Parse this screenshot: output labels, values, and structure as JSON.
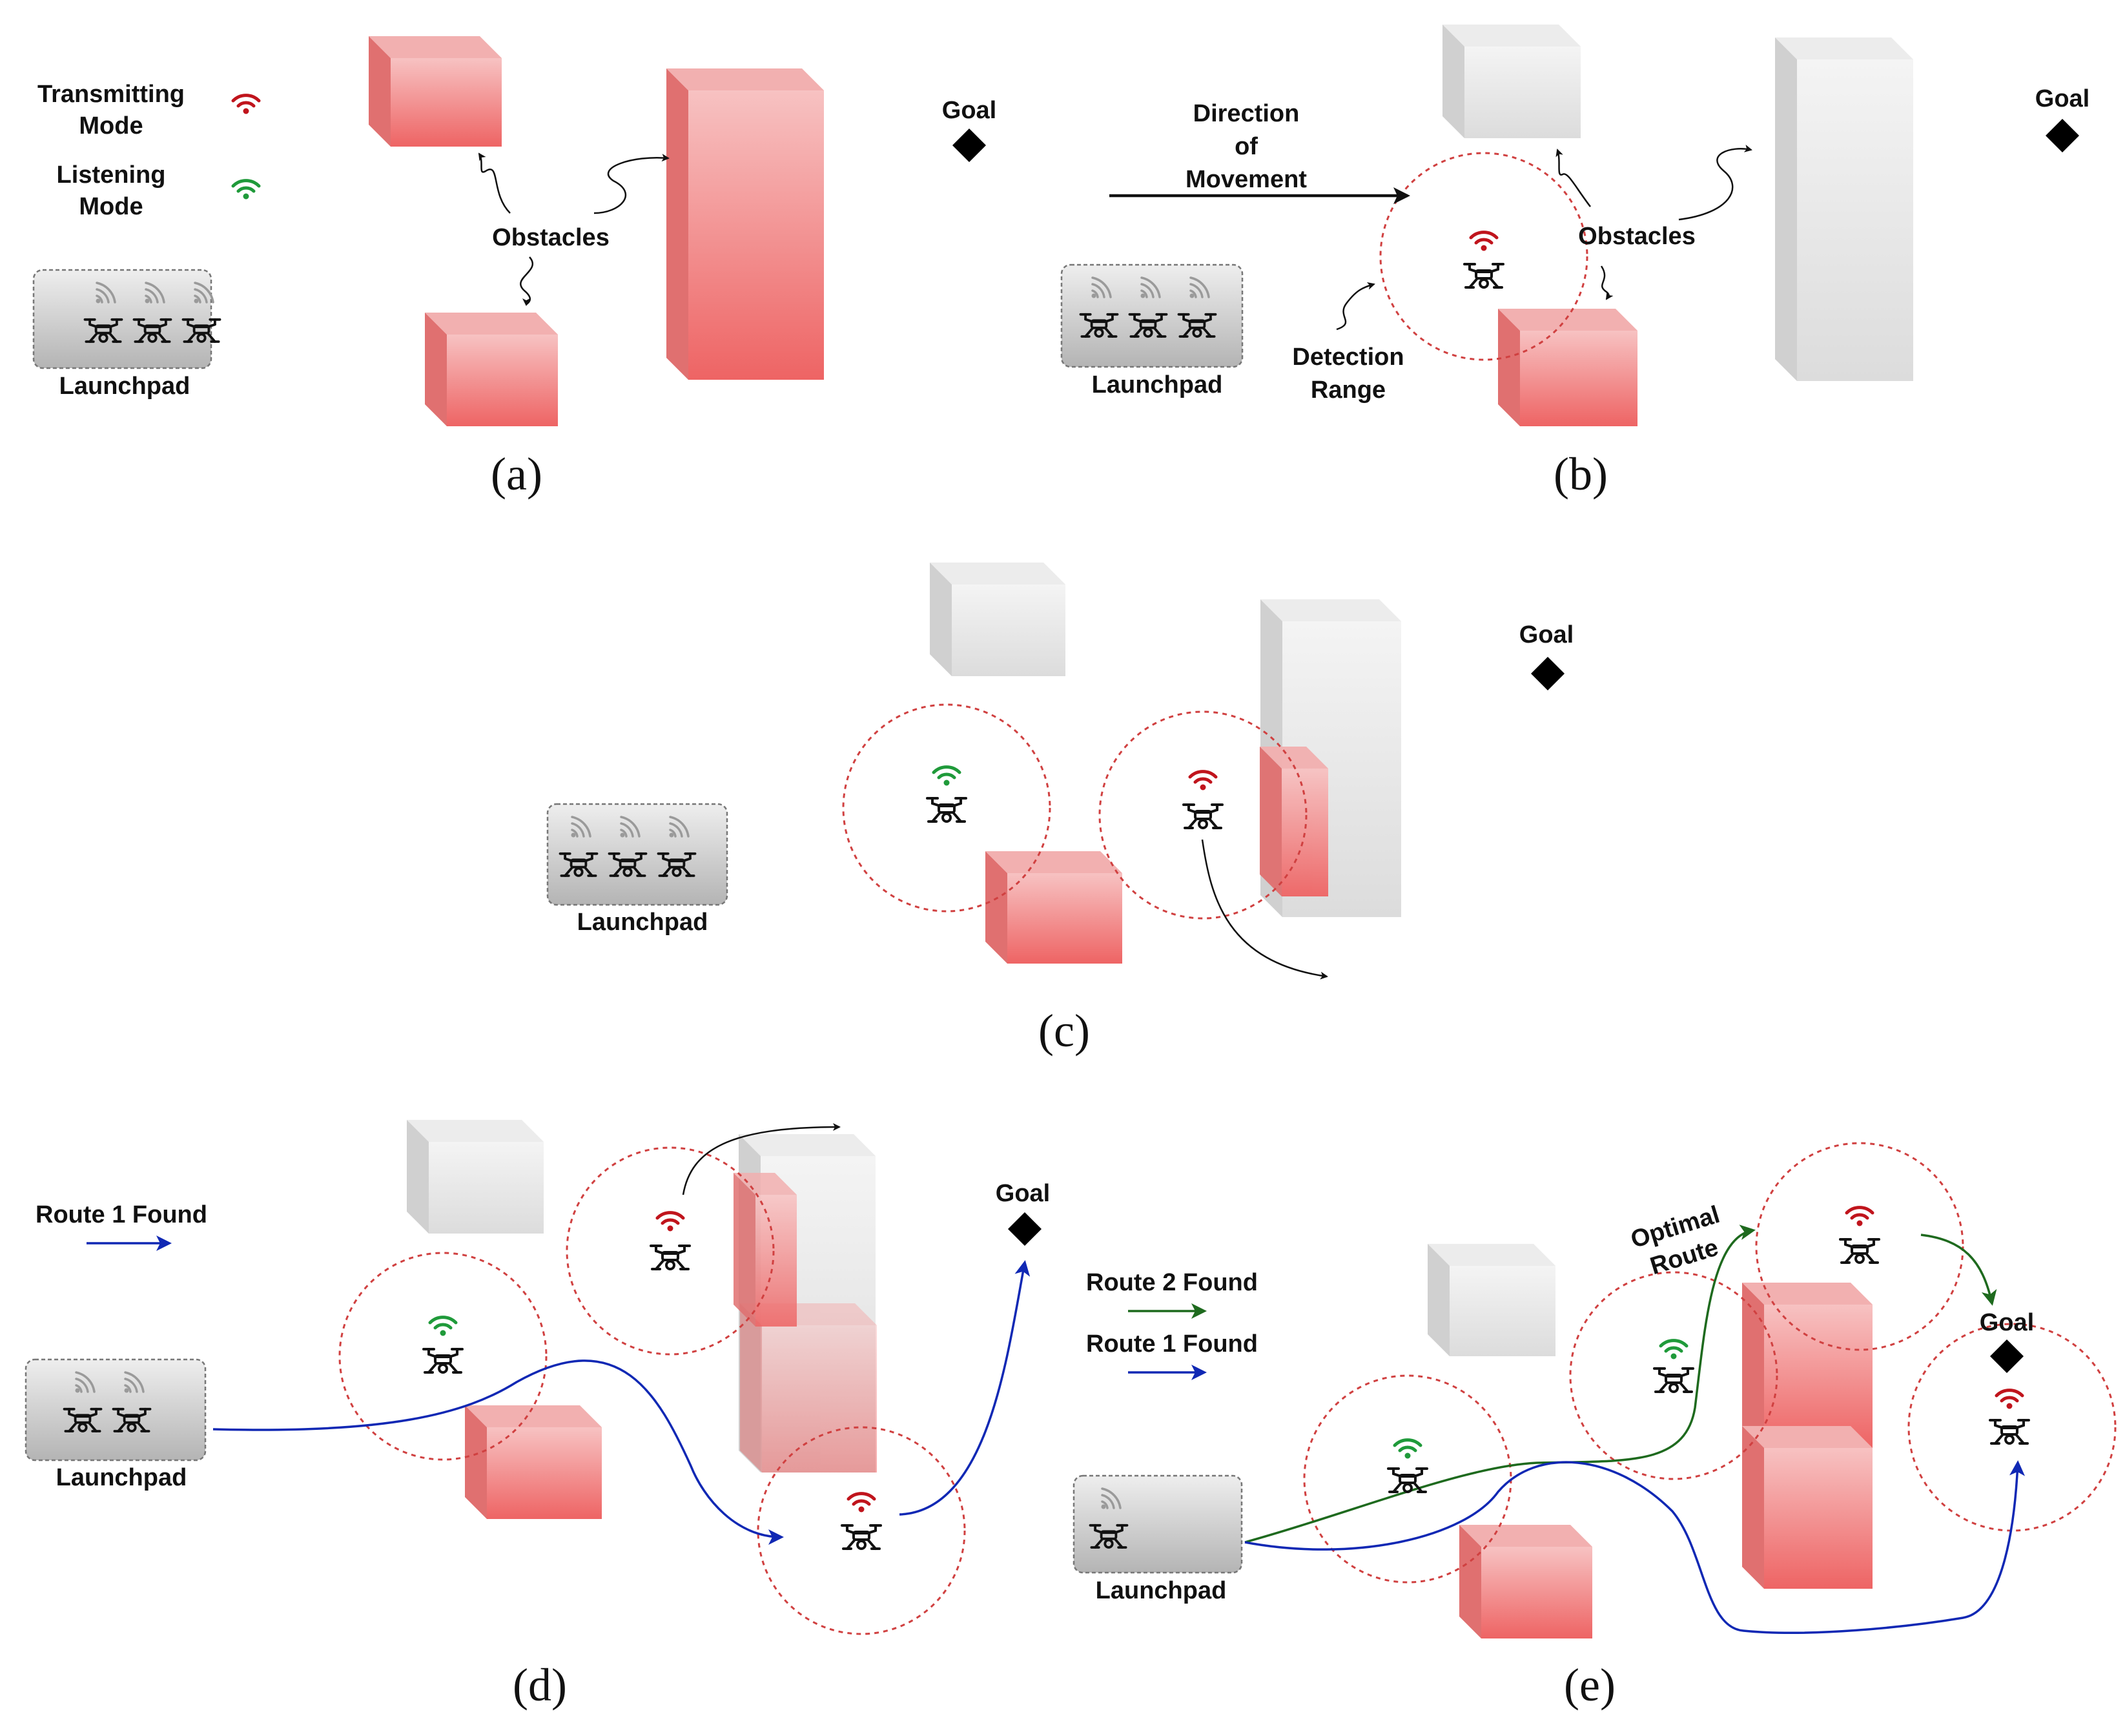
{
  "colors": {
    "transmit": "#c0141c",
    "listen": "#1f9a3a",
    "route1": "#1028b4",
    "route2": "#1e6a1e",
    "drone": "#111111",
    "range": "#d04040",
    "active_front_top": "#f7c2c2",
    "active_front_bottom": "#ee6464",
    "active_top": "#f2b0b0",
    "active_side": "#e07070",
    "grey_front_top": "#f4f4f4",
    "grey_front_bottom": "#dcdcdc",
    "grey_top": "#ececec",
    "grey_side": "#d0d0d0",
    "launchpad_top": "#eeeeee",
    "launchpad_bottom": "#b4b4b4"
  },
  "icons": {
    "drone": "quadcopter-drone-icon",
    "transmit": "wifi-signal-icon",
    "queued": "rss-signal-icon",
    "goal": "diamond-goal-icon"
  },
  "panels": {
    "a": {
      "caption": "(a)",
      "legend_transmit": [
        "Transmitting",
        "Mode"
      ],
      "legend_listen": [
        "Listening",
        "Mode"
      ],
      "obstacles_label": "Obstacles",
      "goal_label": "Goal",
      "launchpad_label": "Launchpad"
    },
    "b": {
      "caption": "(b)",
      "direction_label": [
        "Direction",
        "of",
        "Movement"
      ],
      "obstacles_label": "Obstacles",
      "detection_label": [
        "Detection",
        "Range"
      ],
      "goal_label": "Goal",
      "launchpad_label": "Launchpad"
    },
    "c": {
      "caption": "(c)",
      "goal_label": "Goal",
      "launchpad_label": "Launchpad"
    },
    "d": {
      "caption": "(d)",
      "route1_legend": "Route 1 Found",
      "goal_label": "Goal",
      "launchpad_label": "Launchpad"
    },
    "e": {
      "caption": "(e)",
      "route2_legend": "Route 2 Found",
      "route1_legend": "Route 1 Found",
      "optimal_label": [
        "Optimal",
        "Route"
      ],
      "goal_label": "Goal",
      "launchpad_label": "Launchpad"
    }
  }
}
